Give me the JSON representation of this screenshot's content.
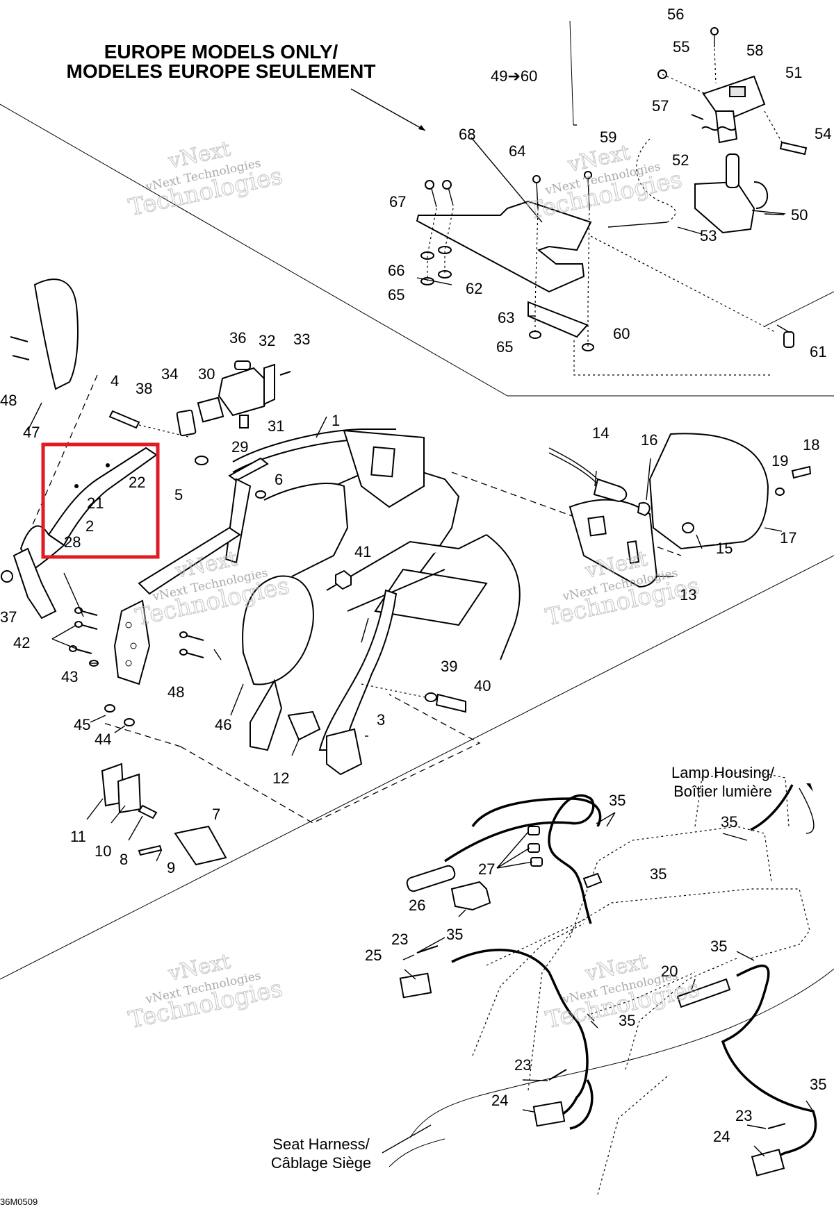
{
  "heading": {
    "line1": "EUROPE MODELS ONLY/",
    "line2": "MODELES EUROPE SEULEMENT"
  },
  "ref_49_60": "49➔60",
  "captions": {
    "lamp_housing_1": "Lamp Housing/",
    "lamp_housing_2": "Boîtier lumière",
    "seat_harness_1": "Seat Harness/",
    "seat_harness_2": "Câblage Siège"
  },
  "watermark": {
    "line1": "vNext",
    "line2": "vNext Technologies",
    "line3": "Technologies"
  },
  "drawing_code": "36M0509",
  "highlight_color": "#e01b24",
  "labels": [
    {
      "id": "l56",
      "text": "56"
    },
    {
      "id": "l55",
      "text": "55"
    },
    {
      "id": "l58",
      "text": "58"
    },
    {
      "id": "l51",
      "text": "51"
    },
    {
      "id": "l57",
      "text": "57"
    },
    {
      "id": "l54",
      "text": "54"
    },
    {
      "id": "l52",
      "text": "52"
    },
    {
      "id": "l68",
      "text": "68"
    },
    {
      "id": "l64",
      "text": "64"
    },
    {
      "id": "l59",
      "text": "59"
    },
    {
      "id": "l67",
      "text": "67"
    },
    {
      "id": "l50",
      "text": "50"
    },
    {
      "id": "l53",
      "text": "53"
    },
    {
      "id": "l66",
      "text": "66"
    },
    {
      "id": "l65a",
      "text": "65"
    },
    {
      "id": "l62",
      "text": "62"
    },
    {
      "id": "l63",
      "text": "63"
    },
    {
      "id": "l65b",
      "text": "65"
    },
    {
      "id": "l60",
      "text": "60"
    },
    {
      "id": "l61",
      "text": "61"
    },
    {
      "id": "l48a",
      "text": "48"
    },
    {
      "id": "l47",
      "text": "47"
    },
    {
      "id": "l4",
      "text": "4"
    },
    {
      "id": "l38",
      "text": "38"
    },
    {
      "id": "l34",
      "text": "34"
    },
    {
      "id": "l30",
      "text": "30"
    },
    {
      "id": "l36",
      "text": "36"
    },
    {
      "id": "l32",
      "text": "32"
    },
    {
      "id": "l33",
      "text": "33"
    },
    {
      "id": "l31",
      "text": "31"
    },
    {
      "id": "l1",
      "text": "1"
    },
    {
      "id": "l29",
      "text": "29"
    },
    {
      "id": "l22",
      "text": "22"
    },
    {
      "id": "l21",
      "text": "21"
    },
    {
      "id": "l2",
      "text": "2"
    },
    {
      "id": "l28",
      "text": "28"
    },
    {
      "id": "l5",
      "text": "5"
    },
    {
      "id": "l6",
      "text": "6"
    },
    {
      "id": "l14",
      "text": "14"
    },
    {
      "id": "l16",
      "text": "16"
    },
    {
      "id": "l19",
      "text": "19"
    },
    {
      "id": "l18",
      "text": "18"
    },
    {
      "id": "l17",
      "text": "17"
    },
    {
      "id": "l15",
      "text": "15"
    },
    {
      "id": "l13",
      "text": "13"
    },
    {
      "id": "l41",
      "text": "41"
    },
    {
      "id": "l37",
      "text": "37"
    },
    {
      "id": "l42",
      "text": "42"
    },
    {
      "id": "l43",
      "text": "43"
    },
    {
      "id": "l48b",
      "text": "48"
    },
    {
      "id": "l46",
      "text": "46"
    },
    {
      "id": "l45",
      "text": "45"
    },
    {
      "id": "l44",
      "text": "44"
    },
    {
      "id": "l39",
      "text": "39"
    },
    {
      "id": "l40",
      "text": "40"
    },
    {
      "id": "l3",
      "text": "3"
    },
    {
      "id": "l12",
      "text": "12"
    },
    {
      "id": "l11",
      "text": "11"
    },
    {
      "id": "l10",
      "text": "10"
    },
    {
      "id": "l8",
      "text": "8"
    },
    {
      "id": "l7",
      "text": "7"
    },
    {
      "id": "l9",
      "text": "9"
    },
    {
      "id": "l35a",
      "text": "35"
    },
    {
      "id": "l35b",
      "text": "35"
    },
    {
      "id": "l35c",
      "text": "35"
    },
    {
      "id": "l27",
      "text": "27"
    },
    {
      "id": "l26",
      "text": "26"
    },
    {
      "id": "l23a",
      "text": "23"
    },
    {
      "id": "l35d",
      "text": "35"
    },
    {
      "id": "l25",
      "text": "25"
    },
    {
      "id": "l35e",
      "text": "35"
    },
    {
      "id": "l20",
      "text": "20"
    },
    {
      "id": "l35f",
      "text": "35"
    },
    {
      "id": "l23b",
      "text": "23"
    },
    {
      "id": "l24a",
      "text": "24"
    },
    {
      "id": "l35g",
      "text": "35"
    },
    {
      "id": "l23c",
      "text": "23"
    },
    {
      "id": "l24b",
      "text": "24"
    }
  ]
}
